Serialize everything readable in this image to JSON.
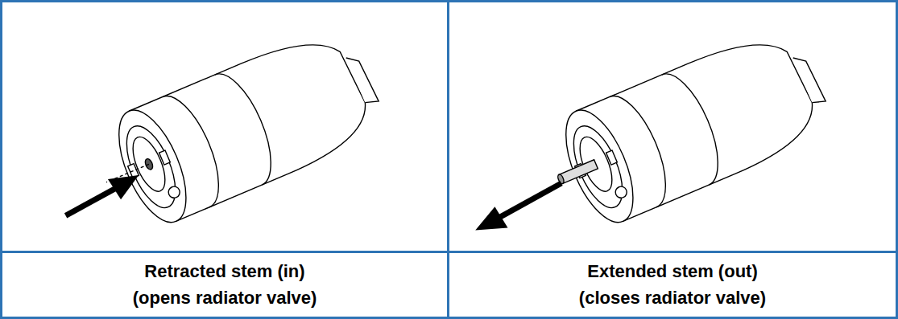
{
  "diagram": {
    "labels": [
      "Retracted stem (in)",
      "(opens radiator valve)",
      "Extended stem (out)",
      "(closes radiator valve)"
    ]
  }
}
